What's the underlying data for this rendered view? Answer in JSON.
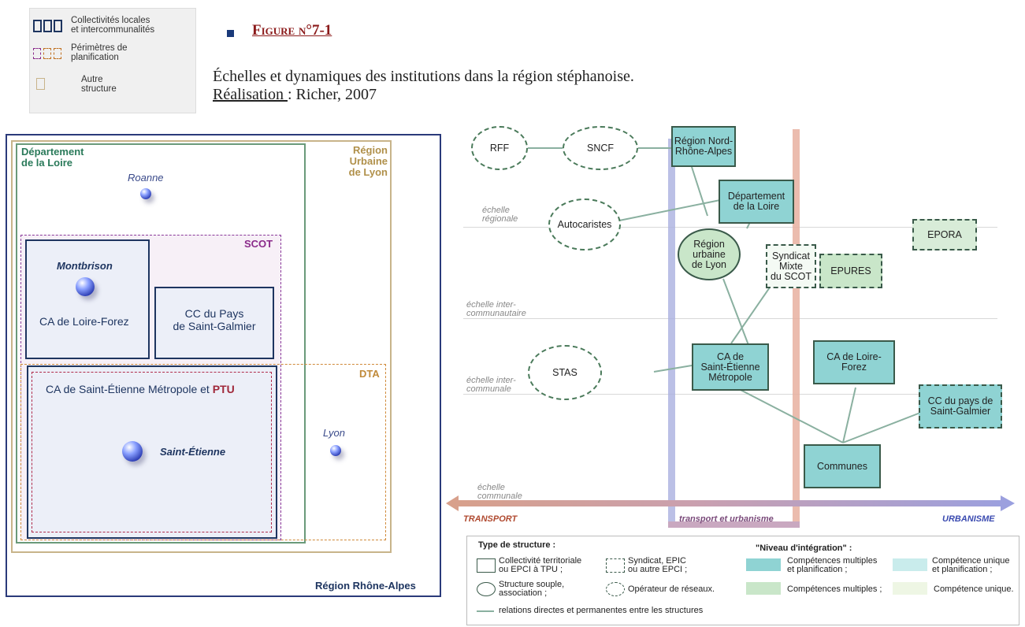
{
  "legend": {
    "items": [
      {
        "label_line1": "Collectivités locales",
        "label_line2": "et intercommunalités",
        "style": "solid-blue"
      },
      {
        "label_line1": "Périmètres de",
        "label_line2": "planification",
        "style": "dashed-orange"
      },
      {
        "label_line1": "Autre",
        "label_line2": "structure",
        "style": "solid-tan"
      }
    ]
  },
  "header": {
    "figure_title": "Figure n°7-1",
    "description": "Échelles et dynamiques des institutions dans la région stéphanoise.",
    "credit_label": "Réalisation ",
    "credit_rest": ": Richer, 2007"
  },
  "left_diagram": {
    "departement_line1": "Département",
    "departement_line2": "de la Loire",
    "region_lyon_line1": "Région",
    "region_lyon_line2": "Urbaine",
    "region_lyon_line3": "de Lyon",
    "roanne": "Roanne",
    "scot": "SCOT",
    "montbrison": "Montbrison",
    "ca_loire_forez": "CA de Loire-Forez",
    "cc_pays_line1": "CC du Pays",
    "cc_pays_line2": "de Saint-Galmier",
    "dta": "DTA",
    "ca_st_etienne": "CA de Saint-Étienne Métropole et ",
    "ptu": "PTU",
    "saint_etienne": "Saint-Étienne",
    "lyon": "Lyon",
    "region_rhone_alpes": "Région Rhône-Alpes"
  },
  "right_diagram": {
    "nodes": {
      "rff": "RFF",
      "sncf": "SNCF",
      "region_nord_line1": "Région Nord-",
      "region_nord_line2": "Rhône-Alpes",
      "dep_loire_line1": "Département",
      "dep_loire_line2": "de la Loire",
      "autocaristes": "Autocaristes",
      "epora": "EPORA",
      "region_urbaine_line1": "Région",
      "region_urbaine_line2": "urbaine",
      "region_urbaine_line3": "de Lyon",
      "syndicat_line1": "Syndicat",
      "syndicat_line2": "Mixte",
      "syndicat_line3": "du SCOT",
      "epures": "EPURES",
      "stas": "STAS",
      "ca_st_etienne_line1": "CA de",
      "ca_st_etienne_line2": "Saint-Étienne",
      "ca_st_etienne_line3": "Métropole",
      "ca_loire_forez": "CA de Loire-Forez",
      "cc_pays_line1": "CC du pays de",
      "cc_pays_line2": "Saint-Galmier",
      "communes": "Communes"
    },
    "scales": {
      "regionale_line1": "échelle",
      "regionale_line2": "régionale",
      "intercommunautaire_line1": "échelle inter-",
      "intercommunautaire_line2": "communautaire",
      "intercommunale_line1": "échelle inter-",
      "intercommunale_line2": "communale",
      "communale_line1": "échelle",
      "communale_line2": "communale"
    },
    "axis": {
      "transport": "TRANSPORT",
      "transport_urbanisme": "transport et urbanisme",
      "urbanisme": "URBANISME"
    }
  },
  "bottom_legend": {
    "type_title": "Type de structure :",
    "collectivite_line1": "Collectivité territoriale",
    "collectivite_line2": "ou EPCI à TPU ;",
    "syndicat_line1": "Syndicat, EPIC",
    "syndicat_line2": "ou autre EPCI ;",
    "souple_line1": "Structure souple,",
    "souple_line2": "association ;",
    "operateur": "Opérateur de réseaux.",
    "niveau_title": "\"Niveau d'intégration\" :",
    "comp_multi_planif_line1": "Compétences multiples",
    "comp_multi_planif_line2": "et planification ;",
    "comp_unique_planif_line1": "Compétence unique",
    "comp_unique_planif_line2": "et planification ;",
    "comp_multi": "Compétences multiples ;",
    "comp_unique": "Compétence unique.",
    "relations": "relations directes et permanentes entre les structures"
  },
  "colors": {
    "dark_blue": "#1e3560",
    "green": "#4a8a6a",
    "tan": "#c8b48a",
    "purple": "#8a2a8a",
    "orange": "#d08a3a",
    "teal_fill": "#8fd3d3",
    "light_green_fill": "#c9e6c9"
  }
}
